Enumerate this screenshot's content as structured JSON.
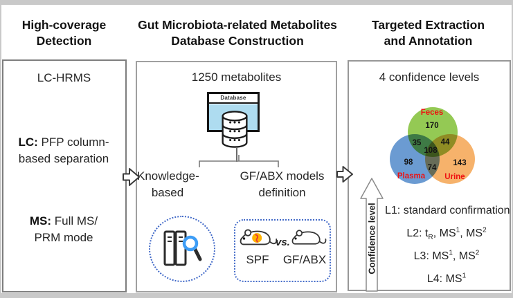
{
  "accent_colors": {
    "database_fill": "#aedcf0",
    "dashed_border": "#4169c8",
    "magnifier_blue": "#3d9df6",
    "bacteria_fill": "#ffb300",
    "bacteria_squiggle": "#e53935",
    "venn_green": "#94c954",
    "venn_blue": "#6b9bd2",
    "venn_orange": "#f6b26b",
    "venn_label_red": "#ee1111"
  },
  "detection": {
    "title_line1": "High-coverage",
    "title_line2": "Detection",
    "item1": "LC-HRMS",
    "item2_prefix": "LC:",
    "item2_text": " PFP column-based separation",
    "item3_prefix": "MS:",
    "item3_text": " Full MS/ PRM mode"
  },
  "database_construction": {
    "title_line1": "Gut Microbiota-related Metabolites",
    "title_line2": "Database Construction",
    "count_label": "1250 metabolites",
    "database_window_label": "Database",
    "branch_knowledge_line1": "Knowledge-",
    "branch_knowledge_line2": "based",
    "branch_models_line1": "GF/ABX models",
    "branch_models_line2": "definition",
    "vs_label": "vs.",
    "mouse_left_label": "SPF",
    "mouse_right_label": "GF/ABX"
  },
  "extraction_annotation": {
    "title_line1": "Targeted Extraction",
    "title_line2": "and Annotation",
    "subtitle": "4 confidence levels",
    "venn": {
      "feces_label": "Feces",
      "plasma_label": "Plasma",
      "urine_label": "Urine",
      "feces_only": "170",
      "plasma_only": "98",
      "urine_only": "143",
      "feces_plasma": "35",
      "feces_urine": "44",
      "plasma_urine": "74",
      "all_three": "108"
    },
    "confidence_axis_label": "Confidence level",
    "levels": {
      "l1": {
        "pre": "L1: standard confirmation"
      },
      "l2": {
        "pre": "L2: t",
        "sub": "R",
        "mid1": ", MS",
        "sup1": "1",
        "mid2": ", MS",
        "sup2": "2"
      },
      "l3": {
        "pre": "L3: MS",
        "sup1": "1",
        "mid1": ", MS",
        "sup2": "2"
      },
      "l4": {
        "pre": "L4: MS",
        "sup1": "1"
      }
    }
  }
}
